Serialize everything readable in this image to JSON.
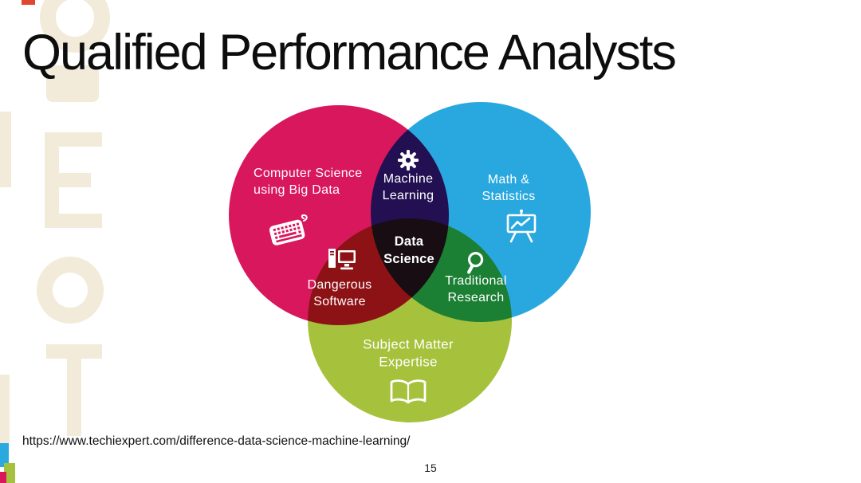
{
  "slide": {
    "title": "Qualified Performance Analysts",
    "source_url": "https://www.techiexpert.com/difference-data-science-machine-learning/",
    "page_number": "15"
  },
  "venn": {
    "colors": {
      "computer_science": "#d9175d",
      "math_statistics": "#29a8df",
      "subject_matter": "#a6c13b"
    },
    "labels": {
      "computer_science": "Computer Science\nusing Big Data",
      "math_statistics": "Math &\nStatistics",
      "subject_matter": "Subject Matter\nExpertise",
      "machine_learning": "Machine\nLearning",
      "dangerous_software": "Dangerous\nSoftware",
      "traditional_research": "Traditional\nResearch",
      "data_science": "Data\nScience"
    }
  }
}
